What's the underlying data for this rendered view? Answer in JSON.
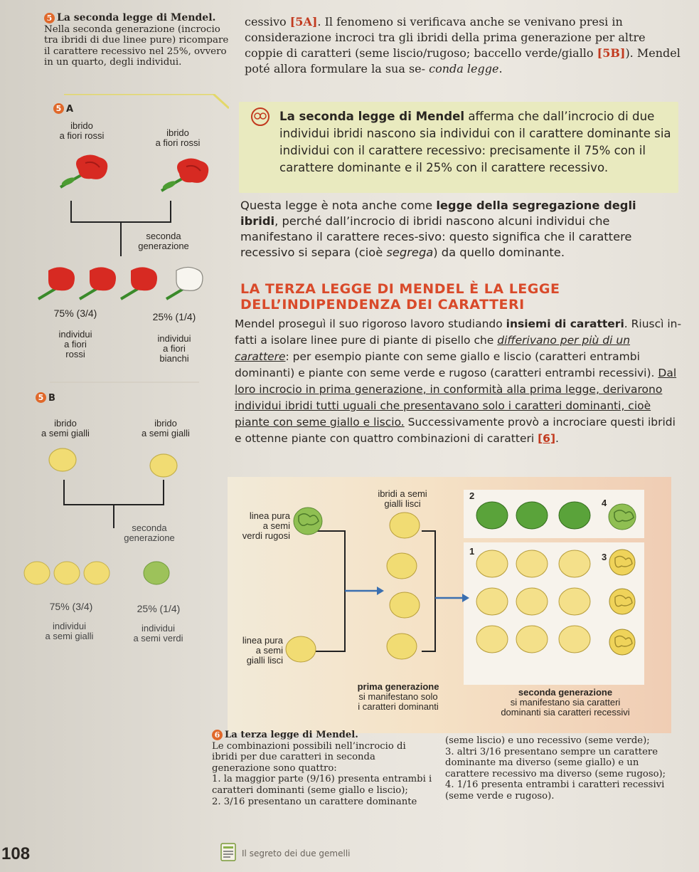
{
  "top_caption": {
    "number": "5",
    "title": "La seconda legge di Mendel.",
    "body": "Nella seconda generazione (incrocio tra ibridi di due linee pure) ricompare il carattere recessivo nel 25%, ovvero in un quarto, degli individui."
  },
  "top_paragraph": {
    "start": "cessivo ",
    "ref_5a": "[5A]",
    "middle": ". Il fenomeno si verificava anche se venivano presi in considerazione incroci tra gli ibridi della prima generazione per altre coppie di caratteri (seme liscio/rugoso; baccello verde/giallo ",
    "ref_5b": "[5B]",
    "end_plain": "). Mendel poté allora formulare la sua se-",
    "end_italic": "conda legge",
    "end_dot": "."
  },
  "fig5a": {
    "badge": "5",
    "letter": "A",
    "parent_left": "ibrido\na fiori rossi",
    "parent_right": "ibrido\na fiori rossi",
    "generation": "seconda\ngenerazione",
    "pct_left": "75% (3/4)",
    "pct_right": "25% (1/4)",
    "desc_left": "individui\na fiori\nrossi",
    "desc_right": "individui\na fiori\nbianchi"
  },
  "fig5b": {
    "badge": "5",
    "letter": "B",
    "parent_left": "ibrido\na semi gialli",
    "parent_right": "ibrido\na semi gialli",
    "generation": "seconda\ngenerazione",
    "pct_left": "75% (3/4)",
    "pct_right": "25% (1/4)",
    "desc_left": "individui\na semi gialli",
    "desc_right": "individui\na semi verdi"
  },
  "law2_box": {
    "bold": "La seconda legge di Mendel",
    "text": " afferma che dall’incrocio di due individui ibridi nascono sia individui con il carattere dominante sia individui con il carattere recessivo: precisamente il 75% con il carattere dominante e il 25% con il carattere recessivo."
  },
  "segregation_para": {
    "a": "Questa legge è nota anche come ",
    "bold": "legge della segregazione degli ibridi",
    "b": ", perché dall’incrocio di ibridi nascono alcuni individui che manifestano il carattere reces-sivo: questo significa che il carattere recessivo si separa (cioè ",
    "italic": "segrega",
    "c": ") da quello dominante."
  },
  "heading3": "LA TERZA LEGGE DI MENDEL È LA LEGGE DELL’INDIPENDENZA DEI CARATTERI",
  "para3": {
    "a": "Mendel proseguì il suo rigoroso lavoro studiando ",
    "bold": "insiemi di caratteri",
    "b": ". Riuscì in-fatti a isolare linee pure di piante di pisello che ",
    "u1": "differivano per più di un carattere",
    "c": ": per esempio piante con seme giallo e liscio (caratteri entrambi dominanti) e piante con seme verde e rugoso (caratteri entrambi recessivi). ",
    "u2": "Dal loro incrocio in prima generazione, in conformità alla prima legge, derivarono individui ibridi tutti uguali che presentavano solo i caratteri dominanti, cioè piante con seme giallo e liscio.",
    "d": " Successivamente provò a incrociare questi ibridi e ottenne piante con quattro combinazioni di caratteri ",
    "ref": "[6]",
    "e": "."
  },
  "fig6": {
    "hybrid_label": "ibridi a semi\ngialli lisci",
    "pure_top": "linea pura\na semi\nverdi rugosi",
    "pure_bottom": "linea pura\na semi\ngialli lisci",
    "group_numbers": [
      "2",
      "4",
      "1",
      "3"
    ],
    "first_gen": "prima generazione",
    "first_gen_sub": "si manifestano solo\ni caratteri dominanti",
    "second_gen": "seconda generazione",
    "second_gen_sub": "si manifestano sia caratteri\ndominanti sia caratteri recessivi"
  },
  "caption6": {
    "number": "6",
    "title": "La terza legge di Mendel.",
    "col1": "Le combinazioni possibili nell’incrocio di ibridi per due caratteri in seconda generazione sono quattro:",
    "item1": "1. la maggior parte (9/16) presenta entrambi i caratteri dominanti (seme giallo e liscio);",
    "item2": "2. 3/16 presentano un carattere dominante",
    "col2_a": "(seme liscio) e uno recessivo (seme verde);",
    "item3": "3. altri 3/16 presentano sempre un carattere dominante ma diverso (seme giallo) e un carattere recessivo ma diverso (seme rugoso);",
    "item4": "4. 1/16 presenta entrambi i caratteri recessivi (seme verde e rugoso)."
  },
  "footer": {
    "page": "108",
    "link": "Il segreto dei due gemelli"
  },
  "colors": {
    "accent_red": "#c23a1f",
    "heading_red": "#d94a2a",
    "green_box": "#e9eabf",
    "yellow_seed": "#f1dc73",
    "green_seed": "#5aa33a",
    "flower_red": "#d72a22"
  }
}
